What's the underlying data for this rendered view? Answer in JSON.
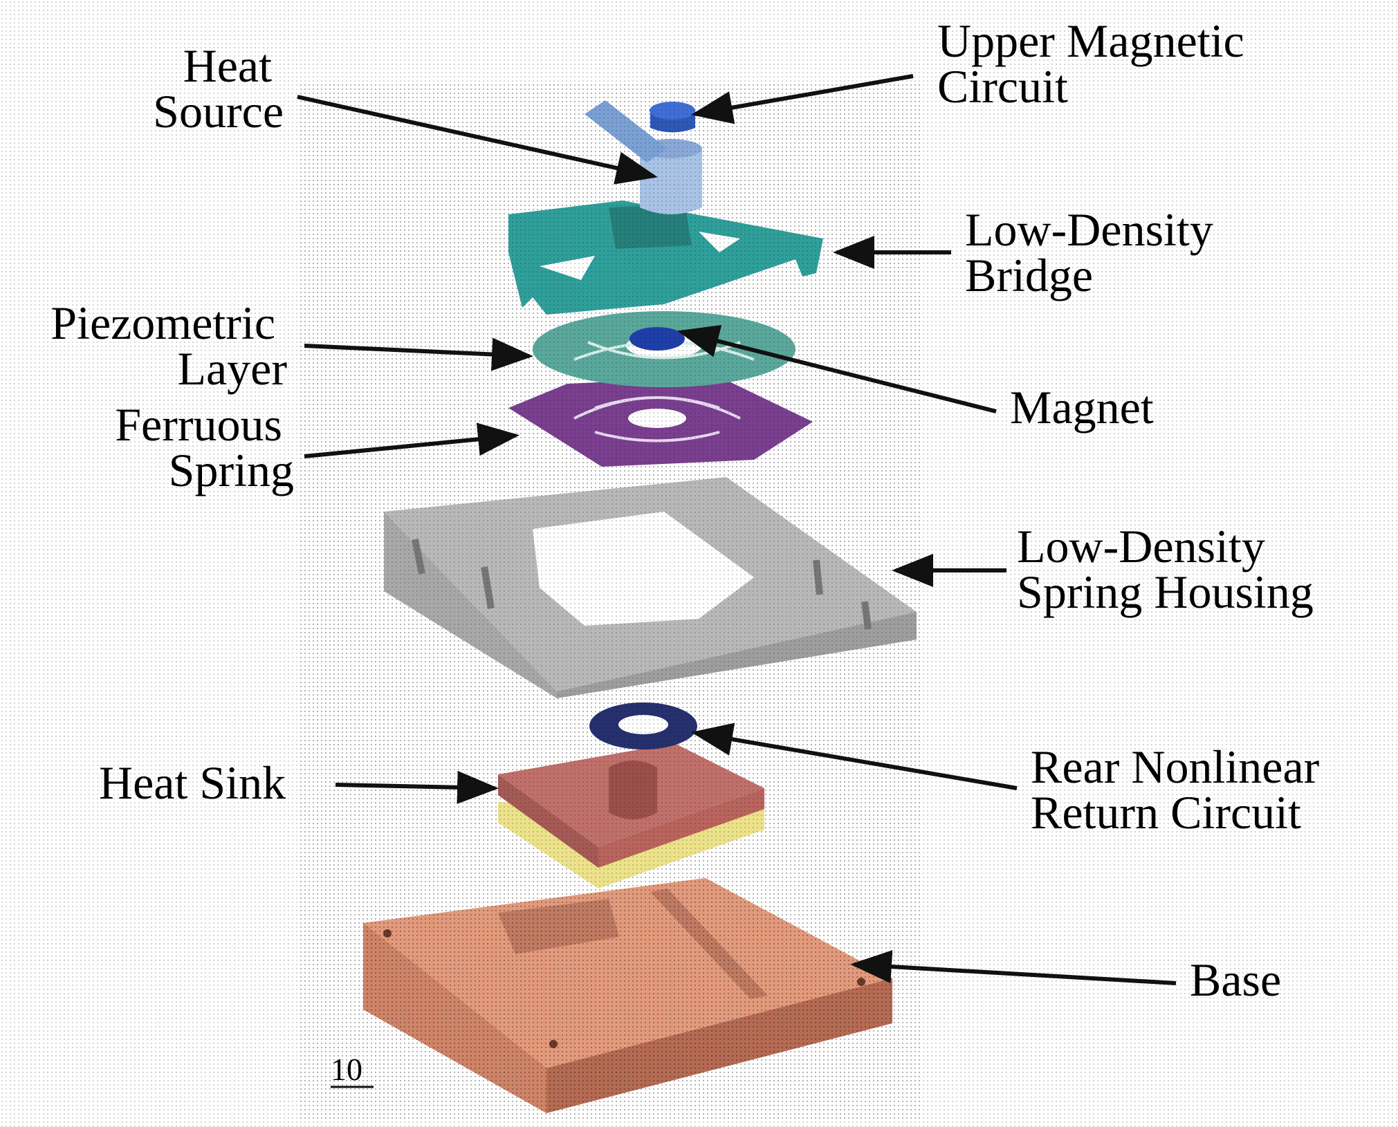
{
  "labels": {
    "heat_source": [
      "Heat",
      "Source"
    ],
    "upper_magnetic_circuit": [
      "Upper Magnetic",
      "Circuit"
    ],
    "low_density_bridge": [
      "Low-Density",
      "Bridge"
    ],
    "piezometric_layer": [
      "Piezometric",
      "Layer"
    ],
    "magnet": [
      "Magnet"
    ],
    "ferruous_spring": [
      "Ferruous",
      "Spring"
    ],
    "low_density_spring_housing": [
      "Low-Density",
      "Spring Housing"
    ],
    "heat_sink": [
      "Heat Sink"
    ],
    "rear_nonlinear_return_circuit": [
      "Rear Nonlinear",
      "Return Circuit"
    ],
    "base": [
      "Base"
    ]
  },
  "reference_numeral": "10",
  "colors": {
    "upper_magnetic_circuit": "#3f6fd6",
    "heat_source": "#a9c3e6",
    "bridge": "#2f9f9a",
    "piezometric_layer": "#5aa89c",
    "magnet": "#1f3fa8",
    "ferruous_spring": "#7a3f8f",
    "spring_housing": "#b8b8b8",
    "rear_circuit": "#26306e",
    "heat_sink": "#c0706a",
    "heat_sink_layer": "#ece28a",
    "base": "#e39a7c"
  }
}
